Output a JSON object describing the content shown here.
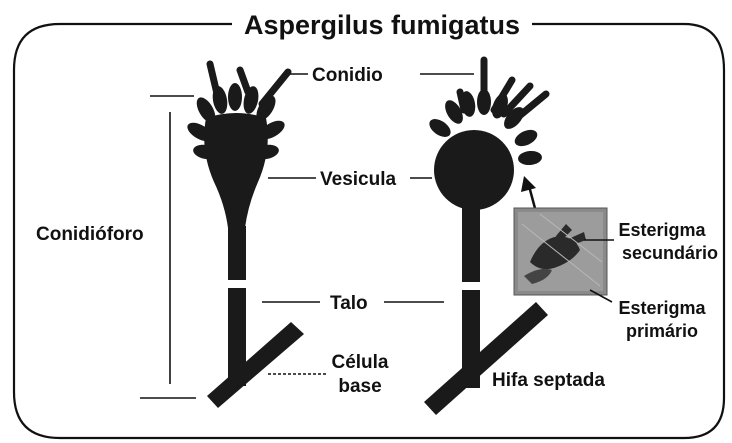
{
  "title": "Aspergilus fumigatus",
  "labels": {
    "conidio": "Conidio",
    "vesicula": "Vesicula",
    "conidioforo": "Conidióforo",
    "talo": "Talo",
    "celula_base_line1": "Célula",
    "celula_base_line2": "base",
    "hifa_septada": "Hifa septada",
    "esterigma_secundario_line1": "Esterigma",
    "esterigma_secundario_line2": "secundário",
    "esterigma_primario_line1": "Esterigma",
    "esterigma_primario_line2": "primário"
  },
  "colors": {
    "ink": "#111111",
    "structure": "#1a1a1a",
    "micrograph_bg": "#8a8a8a"
  },
  "icons": [
    "micrograph-inset",
    "arrow-pointer"
  ]
}
